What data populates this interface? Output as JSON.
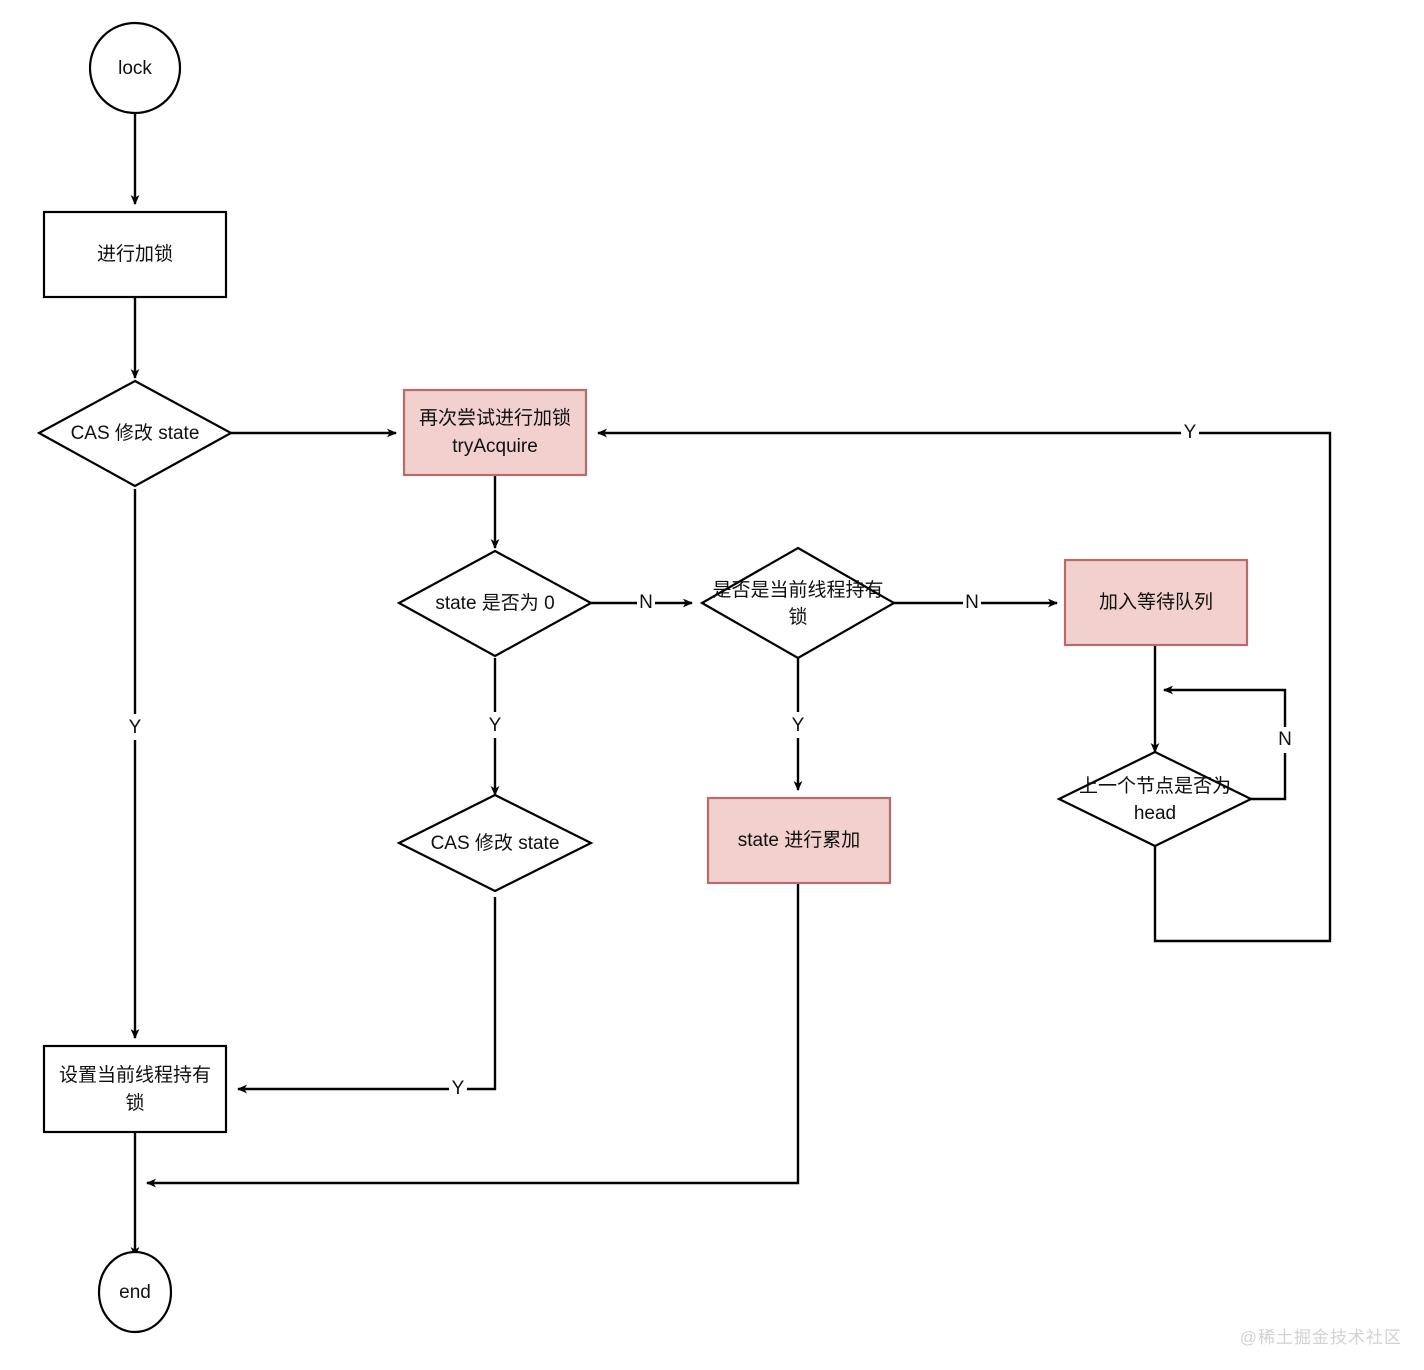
{
  "diagram": {
    "title": "AQS lock flowchart",
    "watermark": "@稀土掘金技术社区",
    "colors": {
      "pink_fill": "#f2d0cd",
      "pink_stroke": "#b86b6b",
      "white_fill": "#ffffff",
      "stroke": "#000000",
      "text": "#101010",
      "watermark": "#d2d2d2"
    },
    "nodes": {
      "start": {
        "label": "lock",
        "shape": "circle",
        "fill": "white"
      },
      "do_lock": {
        "label": "进行加锁",
        "shape": "rectangle",
        "fill": "white"
      },
      "cas_state_1": {
        "label": "CAS 修改 state",
        "shape": "diamond",
        "fill": "white"
      },
      "try_acquire": {
        "label_line1": "再次尝试进行加锁",
        "label_line2": "tryAcquire",
        "shape": "rectangle",
        "fill": "pink"
      },
      "state_is_zero": {
        "label": "state 是否为 0",
        "shape": "diamond",
        "fill": "white"
      },
      "is_current_thread": {
        "label_line1": "是否是当前线程持有",
        "label_line2": "锁",
        "shape": "diamond",
        "fill": "white"
      },
      "enqueue": {
        "label": "加入等待队列",
        "shape": "rectangle",
        "fill": "pink"
      },
      "prev_is_head": {
        "label_line1": "上一个节点是否为",
        "label_line2": "head",
        "shape": "diamond",
        "fill": "white"
      },
      "cas_state_2": {
        "label": "CAS 修改 state",
        "shape": "diamond",
        "fill": "white"
      },
      "state_increment": {
        "label": "state 进行累加",
        "shape": "rectangle",
        "fill": "pink"
      },
      "set_owner": {
        "label_line1": "设置当前线程持有",
        "label_line2": "锁",
        "shape": "rectangle",
        "fill": "white"
      },
      "end": {
        "label": "end",
        "shape": "circle",
        "fill": "white"
      }
    },
    "edge_labels": {
      "cas1_no_to_try": "",
      "cas1_yes_down": "Y",
      "state_zero_no": "N",
      "state_zero_yes": "Y",
      "current_thread_no": "N",
      "current_thread_yes": "Y",
      "cas2_yes": "Y",
      "prev_head_no": "N",
      "prev_head_yes": "Y"
    },
    "edges": [
      {
        "from": "start",
        "to": "do_lock",
        "label": ""
      },
      {
        "from": "do_lock",
        "to": "cas_state_1",
        "label": ""
      },
      {
        "from": "cas_state_1",
        "to": "try_acquire",
        "label": ""
      },
      {
        "from": "cas_state_1",
        "to": "set_owner",
        "label": "Y"
      },
      {
        "from": "try_acquire",
        "to": "state_is_zero",
        "label": ""
      },
      {
        "from": "state_is_zero",
        "to": "is_current_thread",
        "label": "N"
      },
      {
        "from": "state_is_zero",
        "to": "cas_state_2",
        "label": "Y"
      },
      {
        "from": "is_current_thread",
        "to": "enqueue",
        "label": "N"
      },
      {
        "from": "is_current_thread",
        "to": "state_increment",
        "label": "Y"
      },
      {
        "from": "enqueue",
        "to": "prev_is_head",
        "label": ""
      },
      {
        "from": "prev_is_head",
        "to": "prev_is_head",
        "label": "N"
      },
      {
        "from": "prev_is_head",
        "to": "try_acquire",
        "label": "Y"
      },
      {
        "from": "cas_state_2",
        "to": "set_owner",
        "label": "Y"
      },
      {
        "from": "state_increment",
        "to": "end",
        "label": ""
      },
      {
        "from": "set_owner",
        "to": "end",
        "label": ""
      }
    ]
  }
}
